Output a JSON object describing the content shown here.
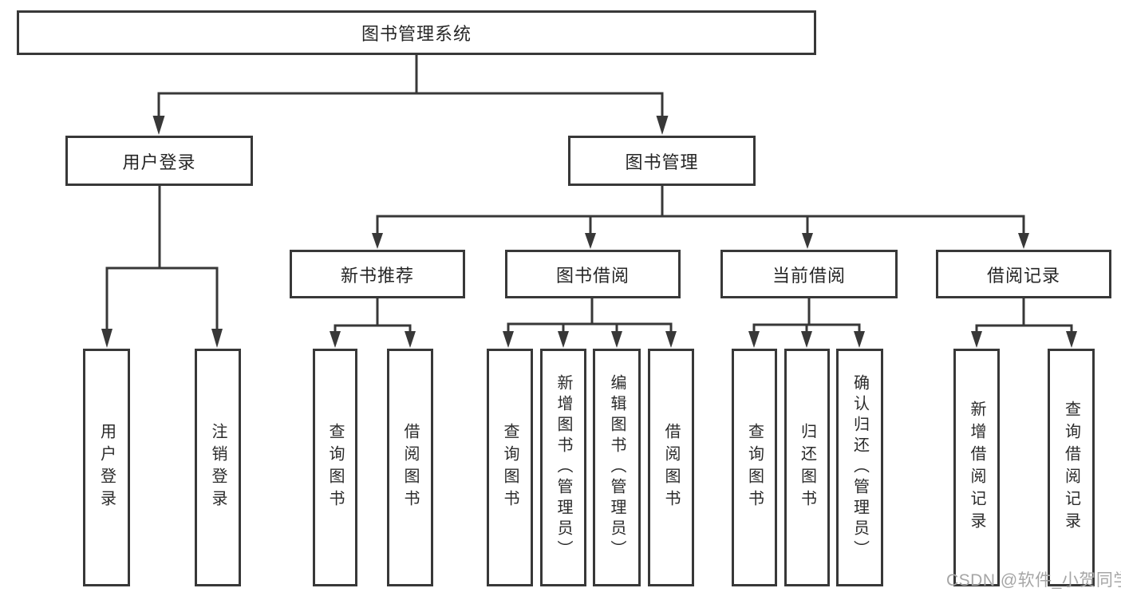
{
  "diagram": {
    "type": "hierarchy-tree",
    "root": {
      "label": "图书管理系统"
    },
    "user_login": {
      "label": "用户登录",
      "children": [
        "用户登录",
        "注销登录"
      ]
    },
    "book_management": {
      "label": "图书管理",
      "sections": [
        {
          "label": "新书推荐",
          "children": [
            "查询图书",
            "借阅图书"
          ]
        },
        {
          "label": "图书借阅",
          "children": [
            "查询图书",
            "新增图书（管理员）",
            "编辑图书（管理员）",
            "借阅图书"
          ]
        },
        {
          "label": "当前借阅",
          "children": [
            "查询图书",
            "归还图书",
            "确认归还（管理员）"
          ]
        },
        {
          "label": "借阅记录",
          "children": [
            "新增借阅记录",
            "查询借阅记录"
          ]
        }
      ]
    },
    "colors": {
      "line": "#383838",
      "box_border": "#383838",
      "text": "#262626",
      "background": "#ffffff",
      "watermark": "#a6a6a6"
    }
  },
  "watermark": {
    "text": "CSDN @软件_小贺同学"
  }
}
